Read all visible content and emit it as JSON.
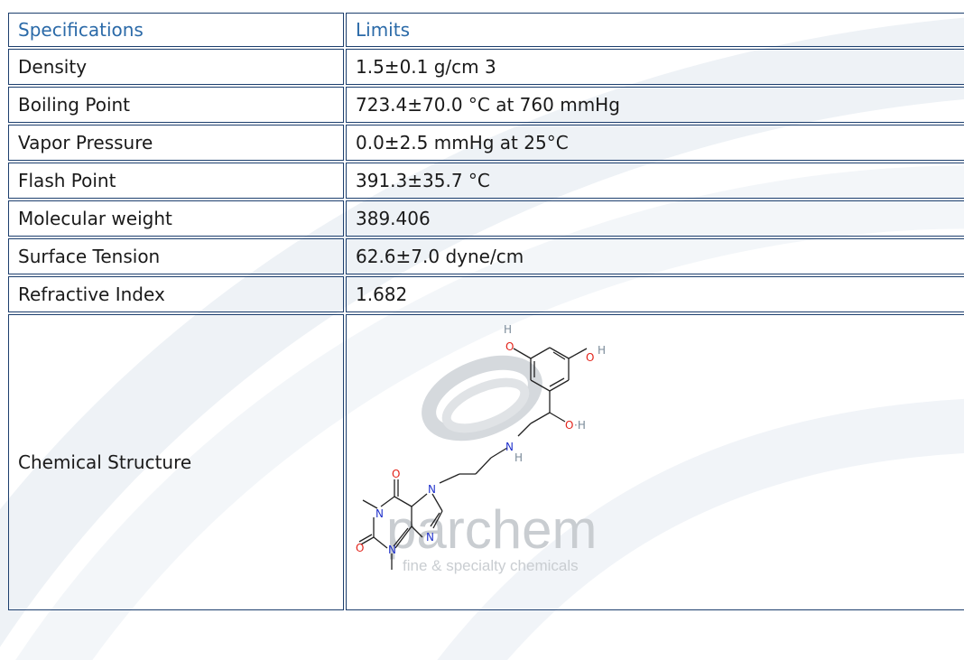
{
  "table": {
    "header": {
      "col1": "Specifications",
      "col2": "Limits"
    },
    "rows": [
      {
        "spec": "Density",
        "limit": "1.5±0.1 g/cm 3"
      },
      {
        "spec": "Boiling Point",
        "limit": "723.4±70.0 °C at 760 mmHg"
      },
      {
        "spec": "Vapor Pressure",
        "limit": "0.0±2.5 mmHg at 25°C"
      },
      {
        "spec": "Flash Point",
        "limit": "391.3±35.7 °C"
      },
      {
        "spec": "Molecular weight",
        "limit": "389.406"
      },
      {
        "spec": "Surface Tension",
        "limit": "62.6±7.0 dyne/cm"
      },
      {
        "spec": "Refractive Index",
        "limit": "1.682"
      },
      {
        "spec": "Chemical Structure"
      }
    ]
  },
  "structure_image": {
    "atom_labels": {
      "oh_top": "O",
      "h_top": "H",
      "oh_right": "O",
      "h_right": "H",
      "oh_side": "O",
      "h_side": "·H",
      "n_amine": "N",
      "h_amine": "H",
      "n7": "N",
      "n9": "N",
      "n1": "N",
      "n3": "N",
      "o6": "O",
      "o2": "O"
    },
    "watermark": {
      "brand": "parchem",
      "tagline": "fine & specialty chemicals"
    }
  },
  "colors": {
    "border": "#1d3f6e",
    "header_text": "#2b6aa8",
    "oxygen": "#e3241b",
    "nitrogen": "#2233cc",
    "hydrogen": "#7a8a99",
    "bond": "#222222",
    "watermark": "#c9cdd1",
    "background_curve": "#eef2f6"
  }
}
